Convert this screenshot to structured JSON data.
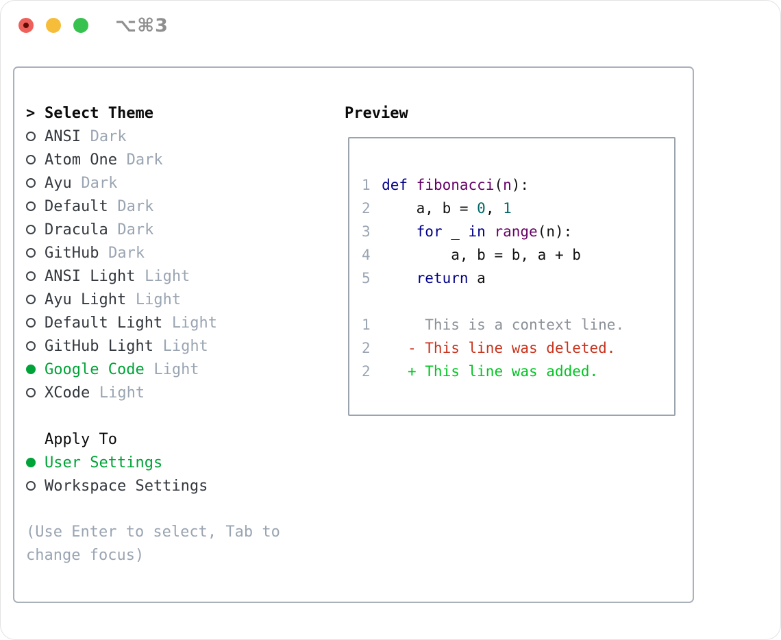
{
  "window": {
    "title": "⌥⌘3",
    "traffic_lights": [
      "close",
      "minimize",
      "zoom"
    ],
    "close_has_unsaved_dot": true
  },
  "theme_panel": {
    "header": {
      "prompt": ">",
      "label": "Select Theme"
    },
    "themes": [
      {
        "name": "ANSI",
        "variant": "Dark",
        "selected": false
      },
      {
        "name": "Atom One",
        "variant": "Dark",
        "selected": false
      },
      {
        "name": "Ayu",
        "variant": "Dark",
        "selected": false
      },
      {
        "name": "Default",
        "variant": "Dark",
        "selected": false
      },
      {
        "name": "Dracula",
        "variant": "Dark",
        "selected": false
      },
      {
        "name": "GitHub",
        "variant": "Dark",
        "selected": false
      },
      {
        "name": "ANSI Light",
        "variant": "Light",
        "selected": false
      },
      {
        "name": "Ayu Light",
        "variant": "Light",
        "selected": false
      },
      {
        "name": "Default Light",
        "variant": "Light",
        "selected": false
      },
      {
        "name": "GitHub Light",
        "variant": "Light",
        "selected": false
      },
      {
        "name": "Google Code",
        "variant": "Light",
        "selected": true
      },
      {
        "name": "XCode",
        "variant": "Light",
        "selected": false
      }
    ],
    "apply_to": {
      "label": "Apply To",
      "options": [
        {
          "label": "User Settings",
          "selected": true
        },
        {
          "label": "Workspace Settings",
          "selected": false
        }
      ]
    },
    "help_text": "(Use Enter to select, Tab to change focus)"
  },
  "preview": {
    "title": "Preview",
    "code_lines": [
      {
        "num": "1",
        "tokens": [
          [
            "kw",
            "def"
          ],
          [
            "pl",
            " "
          ],
          [
            "fn",
            "fibonacci"
          ],
          [
            "pl",
            "("
          ],
          [
            "fn",
            "n"
          ],
          [
            "pl",
            "):"
          ]
        ]
      },
      {
        "num": "2",
        "tokens": [
          [
            "pl",
            "    a, b = "
          ],
          [
            "num",
            "0"
          ],
          [
            "pl",
            ", "
          ],
          [
            "num",
            "1"
          ]
        ]
      },
      {
        "num": "3",
        "tokens": [
          [
            "pl",
            "    "
          ],
          [
            "kw",
            "for"
          ],
          [
            "pl",
            " _ "
          ],
          [
            "kw",
            "in"
          ],
          [
            "pl",
            " "
          ],
          [
            "fn",
            "range"
          ],
          [
            "pl",
            "(n):"
          ]
        ]
      },
      {
        "num": "4",
        "tokens": [
          [
            "pl",
            "        a, b = b, a + b"
          ]
        ]
      },
      {
        "num": "5",
        "tokens": [
          [
            "pl",
            "    "
          ],
          [
            "kw",
            "return"
          ],
          [
            "pl",
            " a"
          ]
        ]
      }
    ],
    "diff_lines": [
      {
        "num": "1",
        "tokens": [
          [
            "ctx",
            "     This is a context line."
          ]
        ]
      },
      {
        "num": "2",
        "tokens": [
          [
            "del",
            "   - This line was deleted."
          ]
        ]
      },
      {
        "num": "2",
        "tokens": [
          [
            "add",
            "   + This line was added."
          ]
        ]
      }
    ]
  },
  "colors": {
    "green": "#00a338",
    "muted": "#9aa5b2",
    "frame-border": "#a9b1bb",
    "preview-border": "#9aa3ae",
    "title-gray": "#8f8f8f",
    "tl-red": "#f0605a",
    "tl-yellow": "#f6bd3a",
    "tl-green": "#37c24f",
    "tl-dot": "#5f0b06",
    "syn-kw": "#000088",
    "syn-fn": "#660066",
    "syn-num": "#006666",
    "diff-ctx": "#8b9198",
    "diff-del": "#c8331d",
    "diff-add": "#00c421"
  }
}
